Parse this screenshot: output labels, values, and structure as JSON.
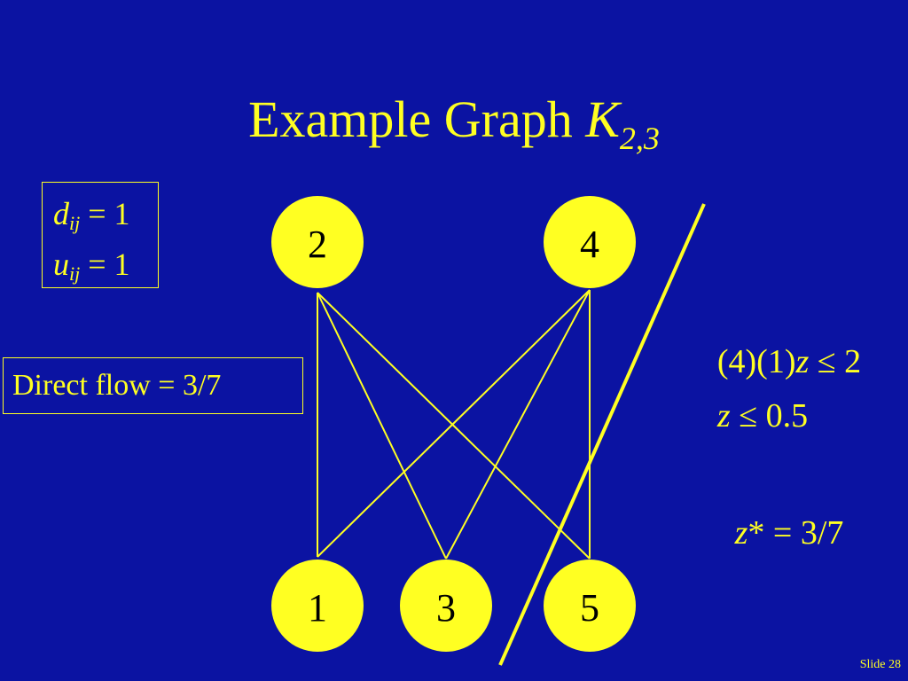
{
  "title": {
    "text": "Example Graph ",
    "symbol": "K",
    "subscript": "2,3"
  },
  "params": {
    "line1_var": "d",
    "line1_sub": "ij",
    "line1_rhs": " = 1",
    "line2_var": "u",
    "line2_sub": "ij",
    "line2_rhs": " = 1"
  },
  "direct_flow": "Direct flow = 3/7",
  "equations": {
    "eq1_prefix": "(4)(1)",
    "eq1_var": "z",
    "eq1_rhs": " ≤ 2",
    "eq2_var": "z",
    "eq2_rhs": " ≤ 0.5",
    "eq3_var": "z",
    "eq3_rhs": "* = 3/7"
  },
  "graph": {
    "nodes": [
      {
        "id": "2",
        "label": "2"
      },
      {
        "id": "4",
        "label": "4"
      },
      {
        "id": "1",
        "label": "1"
      },
      {
        "id": "3",
        "label": "3"
      },
      {
        "id": "5",
        "label": "5"
      }
    ],
    "edges": [
      [
        "2",
        "1"
      ],
      [
        "2",
        "3"
      ],
      [
        "2",
        "5"
      ],
      [
        "4",
        "1"
      ],
      [
        "4",
        "3"
      ],
      [
        "4",
        "5"
      ]
    ],
    "colors": {
      "background": "#0B13A2",
      "node_fill": "#FFFF22",
      "edge": "#FFFF22",
      "label": "#000000"
    }
  },
  "slide_number": "Slide 28"
}
